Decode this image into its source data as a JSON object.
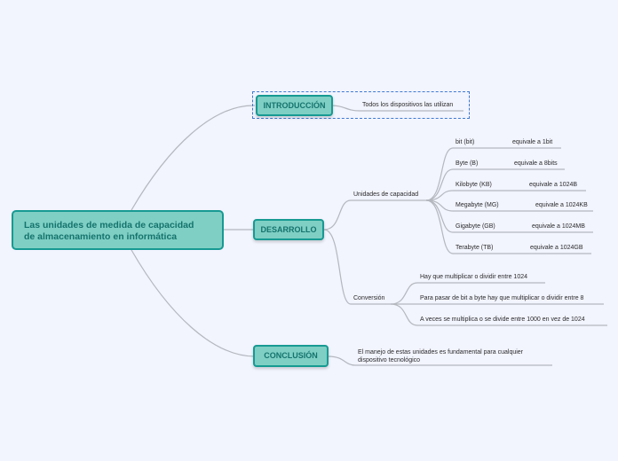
{
  "root": {
    "title_line1": "Las unidades de medida de capacidad",
    "title_line2": "de almacenamiento en informática"
  },
  "branches": {
    "intro": {
      "label": "INTRODUCCIÓN",
      "note": "Todos los dispositivos las utilizan"
    },
    "desarrollo": {
      "label": "DESARROLLO",
      "unidades": {
        "label": "Unidades de capacidad",
        "items": [
          {
            "unit": "bit (bit)",
            "equiv": "equivale a 1bit"
          },
          {
            "unit": "Byte (B)",
            "equiv": "equivale a 8bits"
          },
          {
            "unit": "Kilobyte (KB)",
            "equiv": "equivale a 1024B"
          },
          {
            "unit": "Megabyte (MG)",
            "equiv": "equivale a 1024KB"
          },
          {
            "unit": "Gigabyte (GB)",
            "equiv": "equivale a 1024MB"
          },
          {
            "unit": "Terabyte (TB)",
            "equiv": "equivale a 1024GB"
          }
        ]
      },
      "conversion": {
        "label": "Conversión",
        "items": [
          "Hay que multiplicar o dividir entre 1024",
          "Para pasar de bit a byte hay que multiplicar o dividir entre 8",
          "A veces se multiplica o se divide entre 1000 en vez de 1024"
        ]
      }
    },
    "conclusion": {
      "label": "CONCLUSIÓN",
      "note": "El manejo de estas unidades es fundamental para cualquier dispositivo tecnológico"
    }
  },
  "colors": {
    "background": "#f2f4fe",
    "node_fill": "#7fcfc4",
    "node_border": "#169a92",
    "node_text": "#14736d",
    "connector": "#b4b7be",
    "dashed_frame": "#3e7ad1"
  }
}
